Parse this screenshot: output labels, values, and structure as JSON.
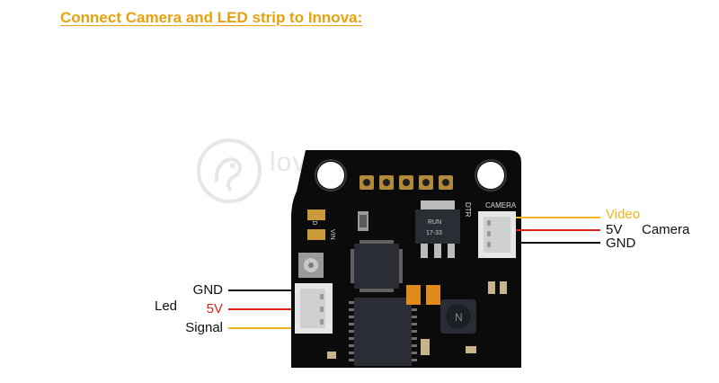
{
  "title": "Connect Camera and LED strip to Innova:",
  "colors": {
    "title": "#e8a10c",
    "video": "#f2b51a",
    "power": "#d9231b",
    "ground": "#111111",
    "signal": "#f2b51a",
    "board": "#0b0b0b",
    "chip": "#2a2e34",
    "capacitor": "#e08a1e",
    "connector": "#e6e6e6"
  },
  "watermark": "lovebirds store",
  "led": {
    "name": "Led",
    "gnd": "GND",
    "v5": "5V",
    "signal": "Signal"
  },
  "camera": {
    "name": "Camera",
    "video": "Video",
    "v5": "5V",
    "gnd": "GND"
  },
  "board": {
    "camera_silk": "CAMERA",
    "dtr_silk": "DTR",
    "gnd_silk": "GND",
    "vin_silk": "VIN",
    "reg_text_1": "RUN",
    "reg_text_2": "17-33",
    "inductor_mark": "N"
  }
}
